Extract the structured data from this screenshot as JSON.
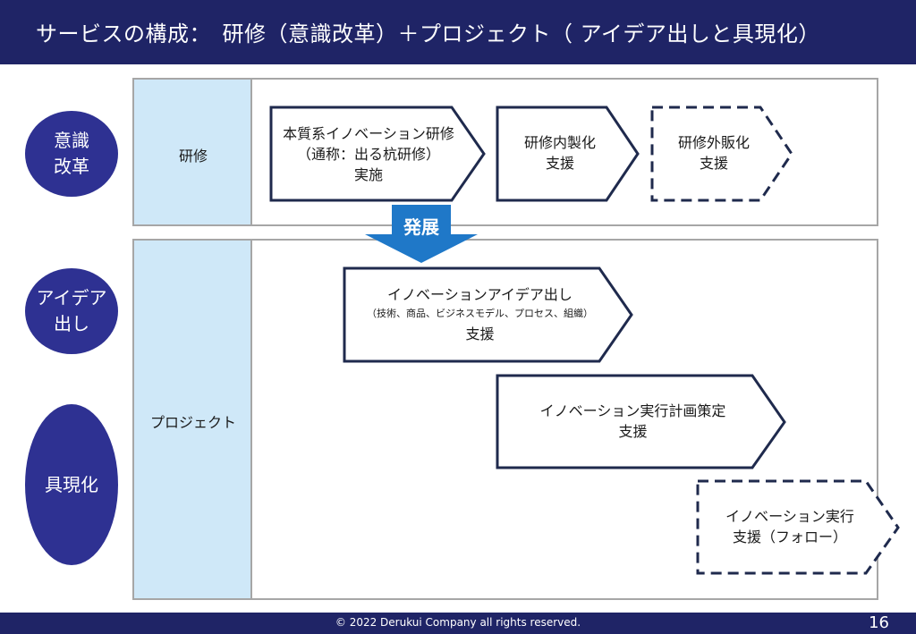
{
  "header": {
    "title": "サービスの構成：　研修（意識改革）＋プロジェクト（ アイデア出しと具現化）"
  },
  "circles": {
    "awareness": {
      "line1": "意識",
      "line2": "改革"
    },
    "ideation": {
      "line1": "アイデア",
      "line2": "出し"
    },
    "realization": {
      "line1": "具現化"
    }
  },
  "panels": {
    "training": {
      "label": "研修"
    },
    "project": {
      "label": "プロジェクト"
    }
  },
  "shapes": {
    "training_impl": {
      "line1": "本質系イノベーション研修",
      "line2": "（通称：出る杭研修）",
      "line3": "実施"
    },
    "inhouse_support": {
      "line1": "研修内製化",
      "line2": "支援"
    },
    "external_sales": {
      "line1": "研修外販化",
      "line2": "支援"
    },
    "idea_support": {
      "line1": "イノベーションアイデア出し",
      "line2": "（技術、商品、ビジネスモデル、プロセス、組織）",
      "line3": "支援"
    },
    "plan_support": {
      "line1": "イノベーション実行計画策定",
      "line2": "支援"
    },
    "exec_support": {
      "line1": "イノベーション実行",
      "line2": "支援（フォロー）"
    }
  },
  "connector": {
    "label": "発展"
  },
  "footer": {
    "copyright": "© 2022 Derukui Company all rights reserved.",
    "page": "16"
  },
  "colors": {
    "header_bg": "#1f2466",
    "circle": "#2e3192",
    "label_col": "#cfe8f8",
    "arrow_blue": "#1f78c8",
    "outline": "#1f2a4d"
  }
}
